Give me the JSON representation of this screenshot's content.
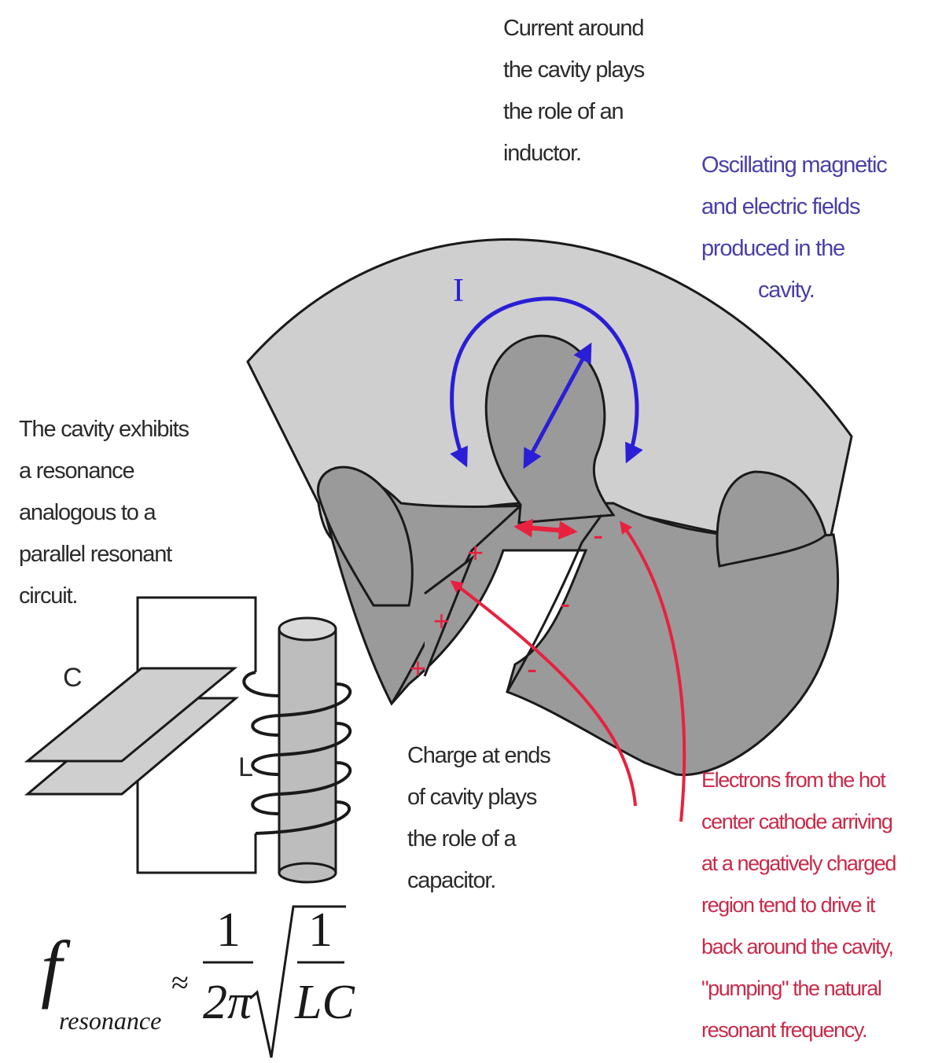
{
  "labels": {
    "inductor_note": [
      "Current around",
      "the cavity plays",
      "the role of an",
      "inductor."
    ],
    "fields_note": [
      "Oscillating magnetic",
      "and electric fields",
      "produced in the",
      "cavity."
    ],
    "resonance_note": [
      "The cavity exhibits",
      "a resonance",
      "analogous to a",
      "parallel resonant",
      "circuit."
    ],
    "capacitor_note": [
      "Charge at ends",
      "of cavity plays",
      "the role of a",
      "capacitor."
    ],
    "electrons_note": [
      "Electrons from the hot",
      "center cathode arriving",
      "at a negatively charged",
      "region tend to drive it",
      "back around the cavity,",
      "\"pumping\" the natural",
      "resonant frequency."
    ]
  },
  "symbols": {
    "current": "I",
    "capacitor": "C",
    "inductor": "L",
    "plus": "+",
    "minus": "-"
  },
  "equation": {
    "f": "f",
    "subscript": "resonance",
    "approx": "≈",
    "num1": "1",
    "den1": "2π",
    "num2": "1",
    "den2": "LC"
  },
  "colors": {
    "cavity_light": "#cfcfcf",
    "cavity_dark": "#9a9a9a",
    "current_arrow": "#2a1fd6",
    "electron_arrow": "#e8213f",
    "outline": "#1a1a1a"
  }
}
